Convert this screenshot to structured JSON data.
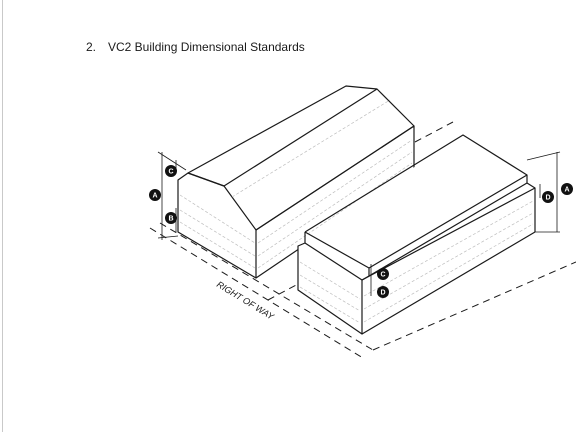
{
  "heading": {
    "number": "2.",
    "title": "VC2 Building Dimensional Standards"
  },
  "diagram": {
    "right_of_way_label": "RIGHT OF WAY",
    "markers": {
      "a": "A",
      "b": "B",
      "c": "C",
      "d": "D"
    }
  },
  "colors": {
    "ink": "#1a1a1a",
    "faint_line": "#bdbdbd",
    "marker_fill": "#111111"
  }
}
